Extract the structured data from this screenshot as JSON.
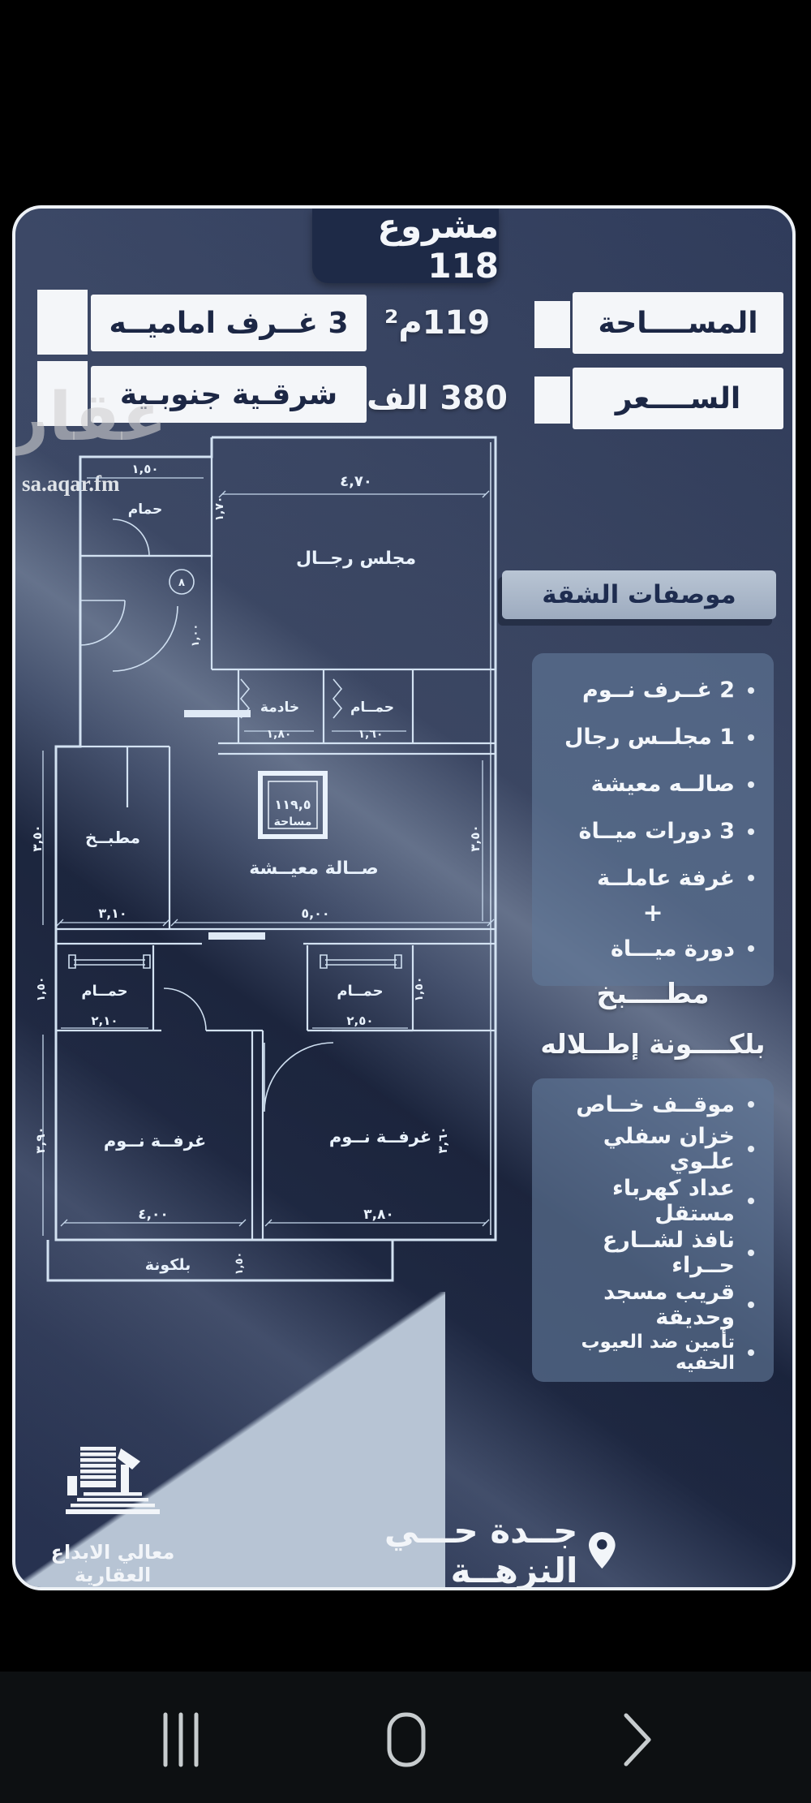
{
  "header": {
    "project_title": "مشروع 118",
    "area_label": "المســــاحة",
    "area_value": "119م²",
    "price_label": "الســــعر",
    "price_value": "380 الف",
    "rooms_badge": "3 غــرف اماميــه",
    "orientation_badge": "شرقـية جنوبـية"
  },
  "watermark": {
    "logo_text": "عقار",
    "site": "sa.aqar.fm"
  },
  "plan": {
    "rooms": {
      "bath_top": "حمام",
      "majlis": "مجلس رجــال",
      "maid": "خادمة",
      "bath_mid": "حمــام",
      "kitchen": "مطبــخ",
      "living": "صــالة معيــشة",
      "bath_low_left": "حمــام",
      "bath_low_right": "حمــام",
      "bed_left": "غرفــة نــوم",
      "bed_right": "غرفــة نــوم",
      "balcony": "بلكونة"
    },
    "stamp": {
      "value": "١١٩,٥",
      "label": "مساحة"
    },
    "dims": {
      "majlis_w": "٤,٧٠",
      "bath_top_w": "١,٥٠",
      "bath_top_h": "١,٧٠",
      "hall_h": "١,٠٠",
      "maid_w": "١,٨٠",
      "bath_mid_w": "١,٦٠",
      "kitchen_w": "٣,١٠",
      "kitchen_h": "٣,٥٠",
      "living_w": "٥,٠٠",
      "living_h": "٣,٥٠",
      "bath_ll_w": "٢,١٠",
      "bath_ll_h": "١,٥٠",
      "bath_lr_w": "٢,٥٠",
      "bath_lr_h": "١,٥٠",
      "bed_l_w": "٤,٠٠",
      "bed_l_h": "٣,٩٠",
      "bed_r_w": "٣,٨٠",
      "bed_r_h": "٣,٦٠",
      "balcony_d": "١,٥٠",
      "meter": "٨"
    }
  },
  "specs": {
    "header": "موصفات الشقة",
    "group1": [
      "2 غــرف نــوم",
      "1 مجلــس رجال",
      "صالــه معيشة",
      "3 دورات ميــاة",
      "غرفة عاملــة",
      "+",
      "دورة ميـــاة"
    ],
    "kitchen_line": "مطــــبخ",
    "balcony_line": "بلكــــونة إطــلاله",
    "group2": [
      "موقــف خــاص",
      "خزان سفلي علـوي",
      "عداد كهرباء مستقل",
      "نافذ لشــارع حــراء",
      "قريب مسجد وحديقة",
      "تأمين ضد العيوب الخفيه"
    ]
  },
  "footer": {
    "company": "معالي الابداع العقارية",
    "location": "جــدة حـــي النزهــة"
  },
  "nav": {
    "recents": "recents-icon",
    "home": "home-icon",
    "back": "back-icon"
  },
  "colors": {
    "card_navy": "#2b3552",
    "title_box": "#1e2a47",
    "box_white": "#f4f6f9",
    "text_navy": "#1c2745",
    "spec_box": "#607796",
    "spec_header_bg": "#aab7c7",
    "plan_line": "#d3e2f2",
    "corner_light": "#b7c4d4"
  }
}
